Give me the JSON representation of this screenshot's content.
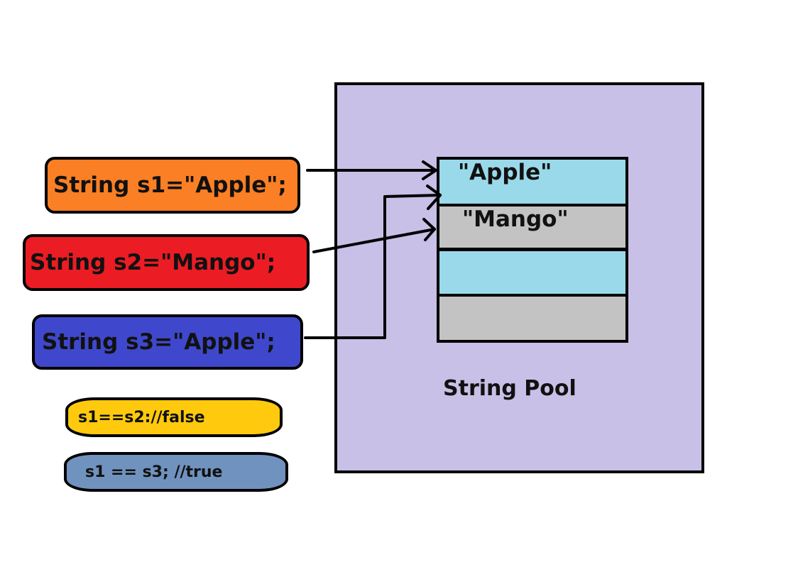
{
  "declarations": [
    {
      "id": "s1",
      "text": "String s1=\"Apple\";",
      "color": "#fb7f24"
    },
    {
      "id": "s2",
      "text": "String s2=\"Mango\";",
      "color": "#ec1c24"
    },
    {
      "id": "s3",
      "text": "String s3=\"Apple\";",
      "color": "#3f48cc"
    }
  ],
  "comparisons": [
    {
      "text": "s1==s2://false",
      "color": "#ffc90e"
    },
    {
      "text": "s1 == s3; //true",
      "color": "#7092be"
    }
  ],
  "pool": {
    "label": "String Pool",
    "background": "#c8c0e6",
    "cells": [
      {
        "value": "\"Apple\"",
        "color": "#99d9ea"
      },
      {
        "value": "\"Mango\"",
        "color": "#c3c3c3"
      },
      {
        "value": "",
        "color": "#99d9ea"
      },
      {
        "value": "",
        "color": "#c3c3c3"
      }
    ]
  },
  "references": [
    {
      "from": "s1",
      "to": "\"Apple\""
    },
    {
      "from": "s2",
      "to": "\"Mango\""
    },
    {
      "from": "s3",
      "to": "\"Apple\""
    }
  ]
}
